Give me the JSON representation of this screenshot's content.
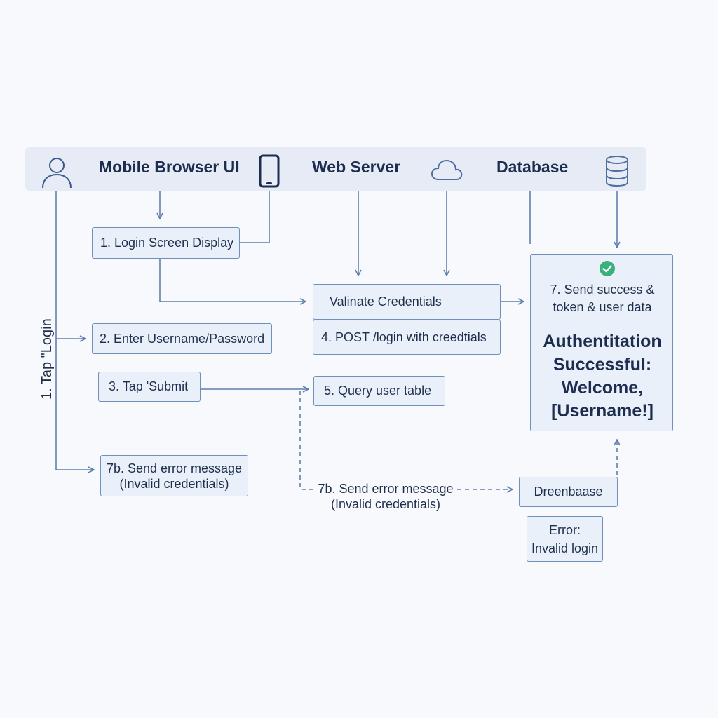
{
  "lanes": {
    "mobile": "Mobile Browser UI",
    "server": "Web Server",
    "database": "Database"
  },
  "icons": {
    "user": "user-icon",
    "phone": "smartphone-icon",
    "cloud": "cloud-icon",
    "database": "database-icon",
    "check": "check-circle-icon"
  },
  "side_label": "1. Tap \"Login",
  "steps": {
    "login_screen": "1. Login Screen Display",
    "enter_credentials": "2. Enter Username/Password",
    "tap_submit": "3. Tap 'Submit",
    "error_left_line1": "7b. Send error message",
    "error_left_line2": "(Invalid credentials)",
    "validate": "Valinate Credentials",
    "post_login": "4. POST /login with creedtials",
    "query": "5. Query user table",
    "error_mid_line1": "7b. Send error message",
    "error_mid_line2": "(Invalid credentials)",
    "success_line1": "7. Send success     &",
    "success_line2": "token & user data",
    "success_title_line1": "Authentitation",
    "success_title_line2": "Successful:",
    "success_title_line3": "Welcome,",
    "success_title_line4": "[Username!]",
    "db_box": "Dreenbaase",
    "error_box_line1": "Error:",
    "error_box_line2": "Invalid login"
  },
  "colors": {
    "arrow": "#5f7fae",
    "box_fill": "#eaf0f9",
    "box_border": "#6f8fbd",
    "header_fill": "#e6ebf5",
    "success_check": "#3bb07a"
  }
}
